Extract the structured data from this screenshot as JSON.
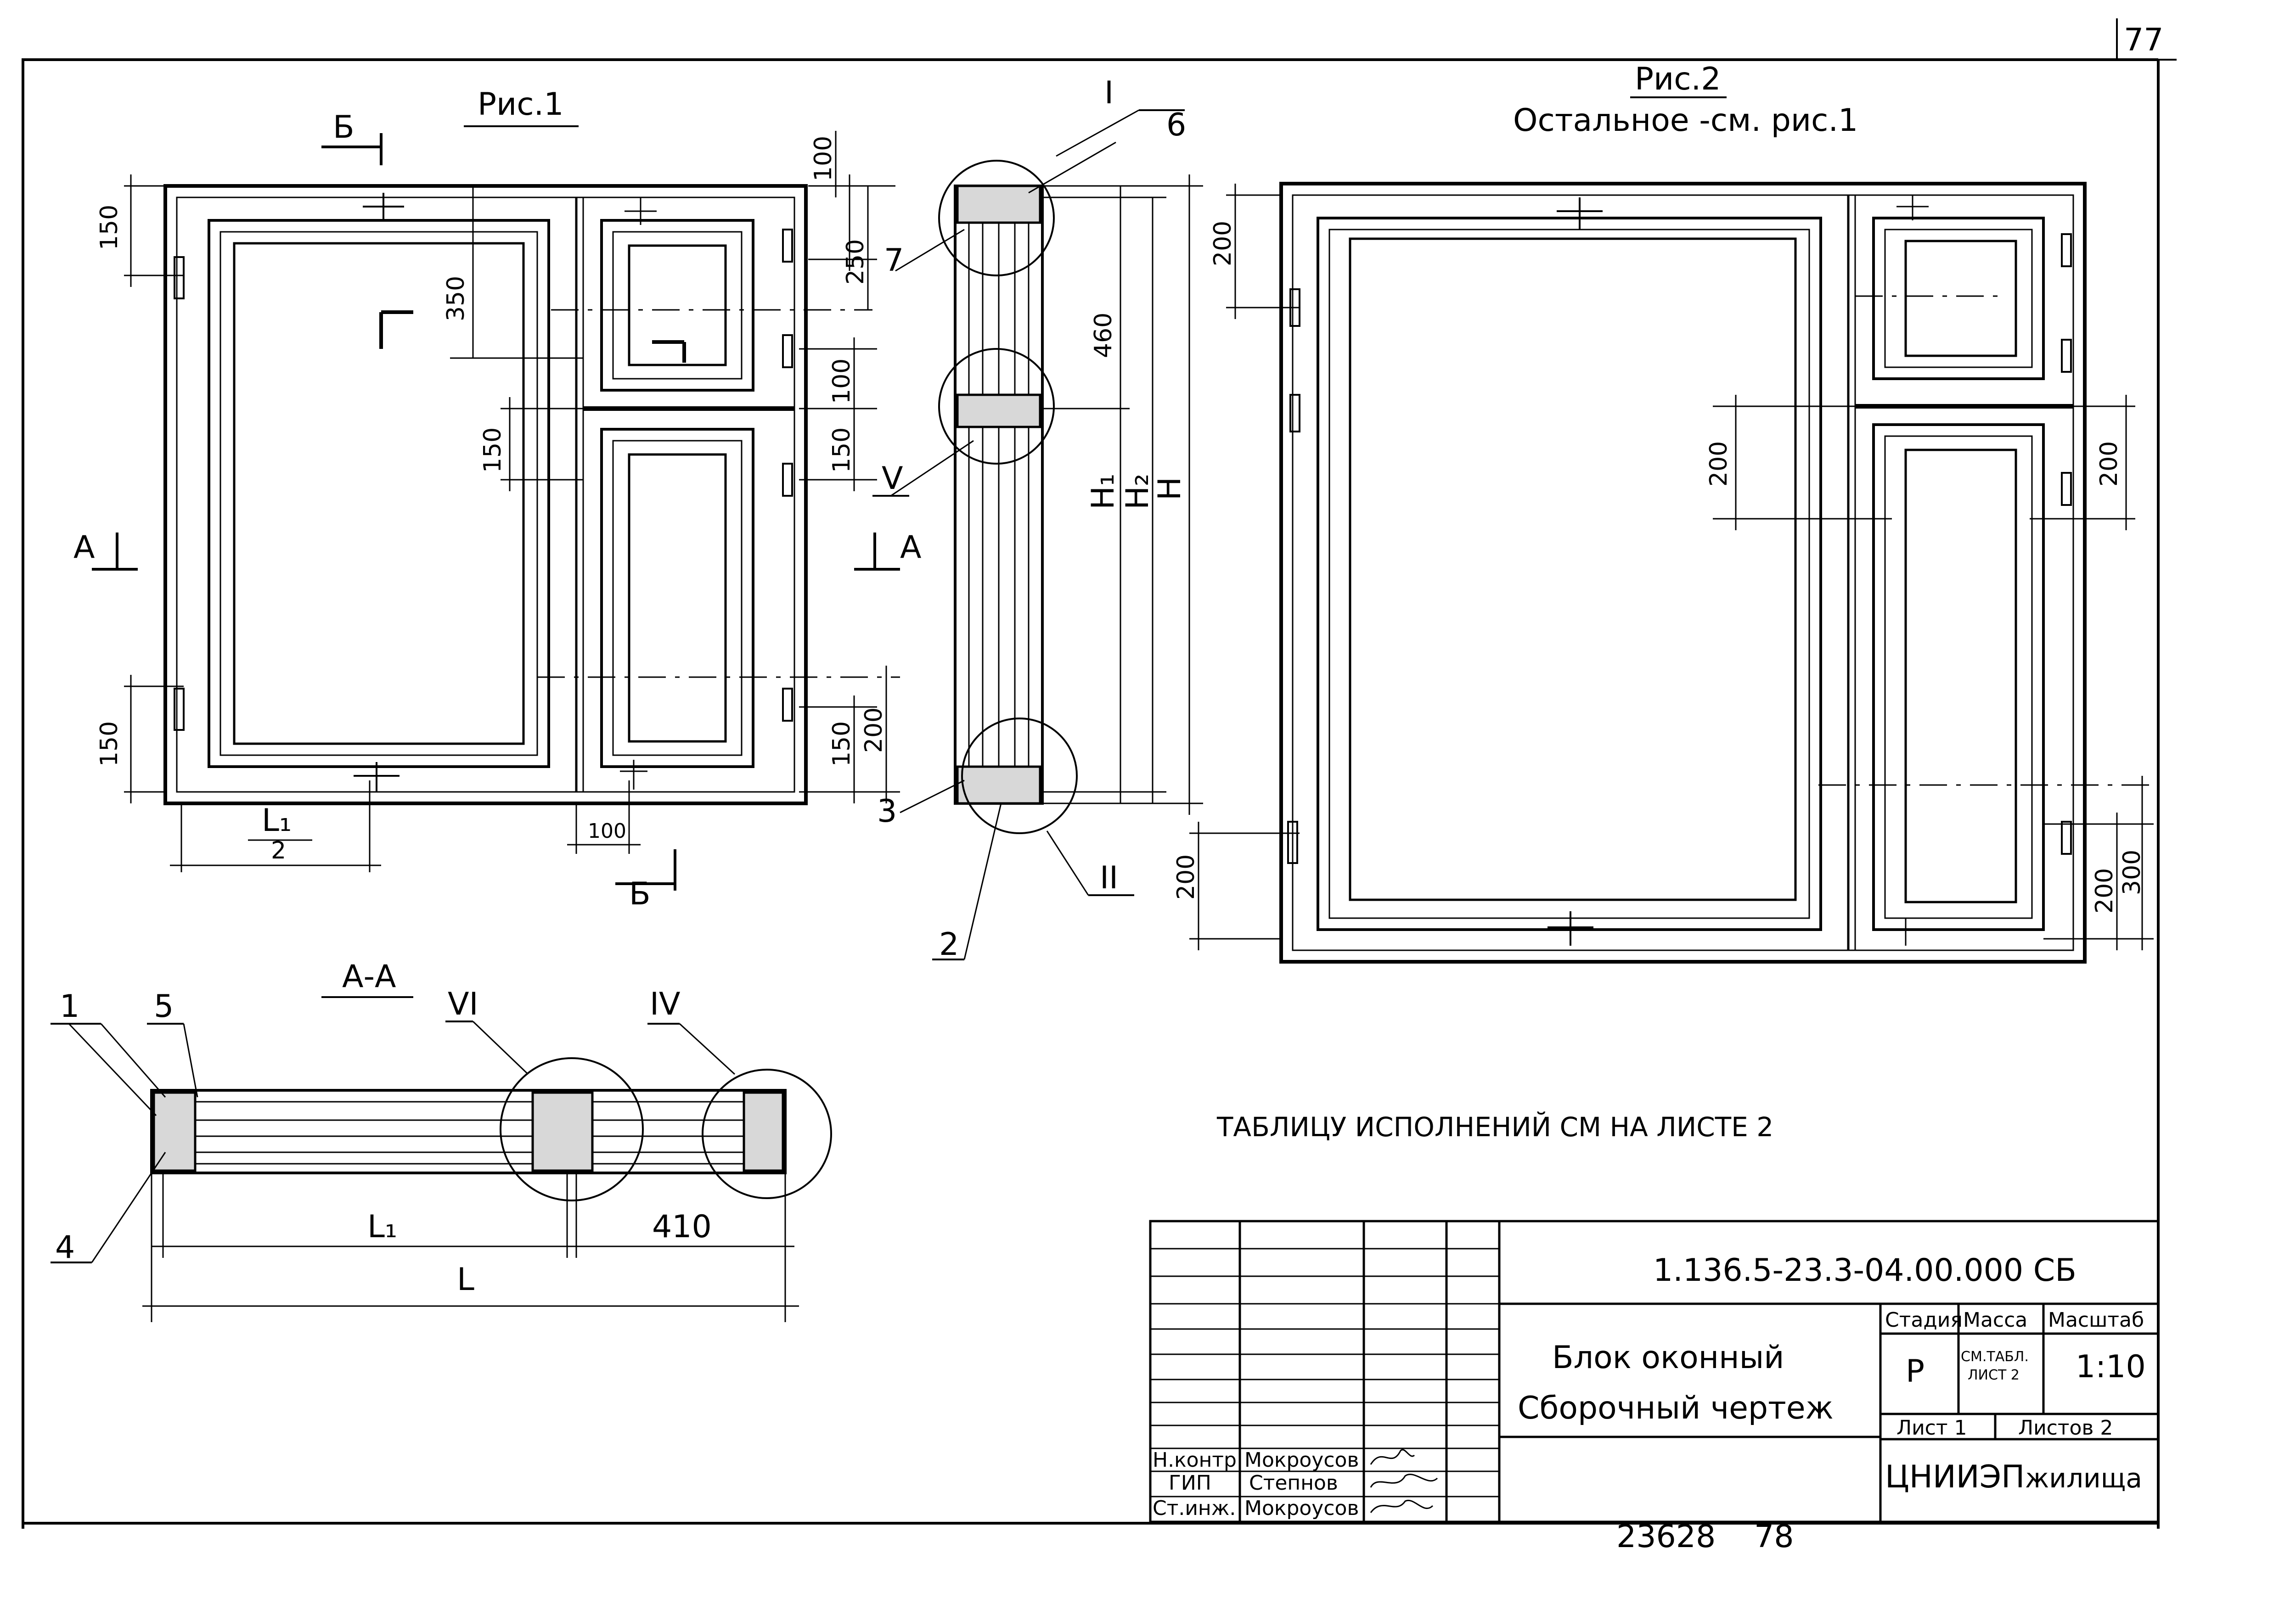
{
  "sheet": {
    "page_number": "77",
    "footer_numbers": [
      "23628",
      "78"
    ],
    "note": "ТАБЛИЦУ ИСПОЛНЕНИЙ СМ НА ЛИСТЕ 2"
  },
  "fig1": {
    "title": "Рис.1",
    "section_marks": [
      "Б",
      "Б",
      "А",
      "А"
    ],
    "dims": [
      "100",
      "250",
      "350",
      "460",
      "100",
      "150",
      "150",
      "150",
      "150",
      "150",
      "200",
      "100"
    ],
    "labels": [
      "L₁",
      "2",
      "H₁",
      "H₂",
      "H"
    ]
  },
  "section": {
    "callouts": [
      "I",
      "II",
      "V",
      "6",
      "7",
      "3",
      "2"
    ]
  },
  "fig2": {
    "title": "Рис.2",
    "subtitle": "Остальное -см. рис.1",
    "dims": [
      "200",
      "200",
      "200",
      "200",
      "200",
      "300"
    ]
  },
  "section_aa": {
    "title": "А-А",
    "callouts": [
      "1",
      "5",
      "VI",
      "IV",
      "4"
    ],
    "dims": [
      "L₁",
      "410",
      "L"
    ]
  },
  "title_block": {
    "doc_code": "1.136.5-23.3-04.00.000 СБ",
    "name_line1": "Блок оконный",
    "name_line2": "Сборочный чертеж",
    "headers": [
      "Стадия",
      "Масса",
      "Масштаб"
    ],
    "stage": "Р",
    "mass_line1": "СМ.ТАБЛ.",
    "mass_line2": "ЛИСТ 2",
    "scale": "1:10",
    "sheet_label": "Лист 1",
    "sheets_label": "Листов 2",
    "org_logo": "ЦНИИЭП",
    "org_text": "жилища",
    "roles": [
      "Н.контр",
      "ГИП",
      "Ст.инж."
    ],
    "people": [
      "Мокроусов",
      "Степнов",
      "Мокроусов"
    ]
  }
}
